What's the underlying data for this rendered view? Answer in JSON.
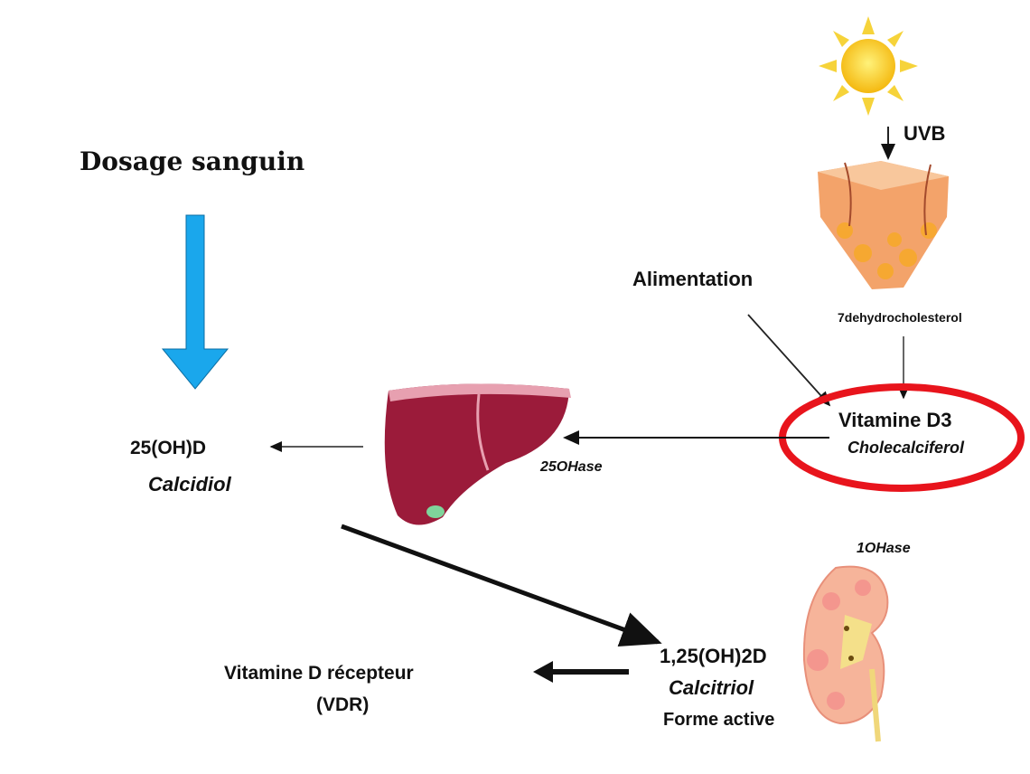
{
  "title": "Dosage sanguin",
  "labels": {
    "uvb": "UVB",
    "alimentation": "Alimentation",
    "precursor": "7dehydrocholesterol",
    "vitd3": "Vitamine D3",
    "vitd3_name": "Cholecalciferol",
    "enzyme_liver": "25OHase",
    "calcidiol_formula": "25(OH)D",
    "calcidiol_name": "Calcidiol",
    "enzyme_kidney": "1OHase",
    "calcitriol_formula": "1,25(OH)2D",
    "calcitriol_name": "Calcitriol",
    "calcitriol_note": "Forme active",
    "receptor": "Vitamine D récepteur",
    "receptor_abbr": "(VDR)"
  },
  "colors": {
    "highlight": "#e8141c",
    "blue_arrow": "#1aa7ec",
    "liver": "#9b1b3a",
    "sun": "#f6c31b"
  }
}
